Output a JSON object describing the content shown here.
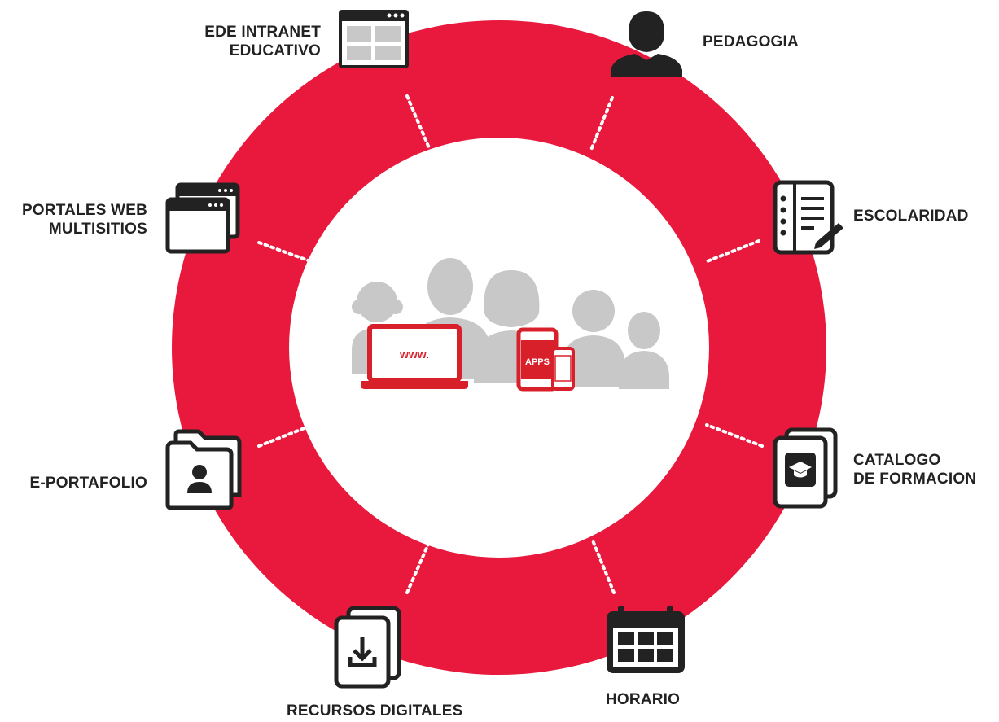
{
  "colors": {
    "ring": "#e8193c",
    "inner": "#ffffff",
    "icon": "#222222",
    "icon_fill": "#ffffff",
    "people": "#c8c8c8",
    "device": "#d8202a"
  },
  "center": {
    "laptop_text": "www.",
    "phone_text": "APPS"
  },
  "nodes": {
    "ede_intranet": {
      "lines": [
        "EDE INTRANET",
        "EDUCATIVO"
      ],
      "icon": "browser-grid-icon"
    },
    "pedagogia": {
      "lines": [
        "PEDAGOGIA"
      ],
      "icon": "person-icon"
    },
    "escolaridad": {
      "lines": [
        "ESCOLARIDAD"
      ],
      "icon": "notebook-pen-icon"
    },
    "catalogo": {
      "lines": [
        "CATALOGO",
        "DE FORMACION"
      ],
      "icon": "graduation-cap-icon"
    },
    "horario": {
      "lines": [
        "HORARIO"
      ],
      "icon": "calendar-icon"
    },
    "recursos": {
      "lines": [
        "RECURSOS DIGITALES"
      ],
      "icon": "download-tray-icon"
    },
    "eportafolio": {
      "lines": [
        "E-PORTAFOLIO"
      ],
      "icon": "folder-user-icon"
    },
    "portales": {
      "lines": [
        "PORTALES WEB",
        "MULTISITIOS"
      ],
      "icon": "stacked-windows-icon"
    }
  }
}
